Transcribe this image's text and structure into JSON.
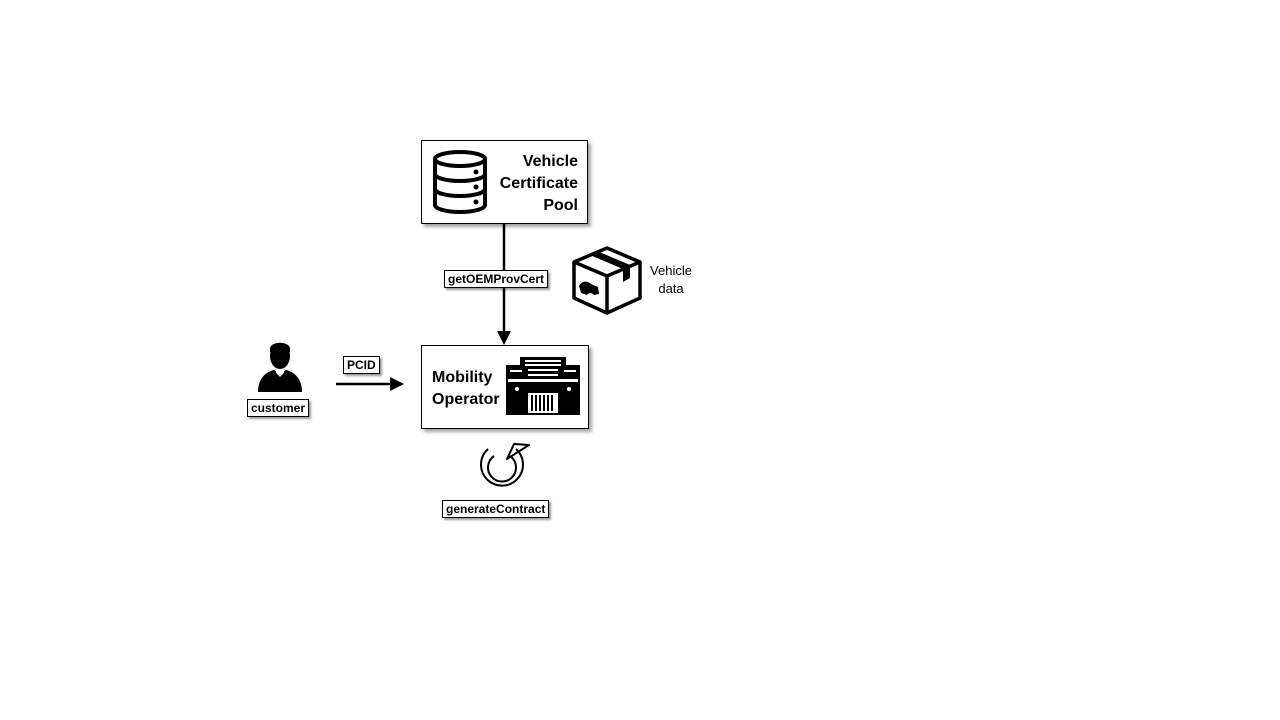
{
  "nodes": {
    "vehicle_certificate_pool": {
      "lines": [
        "Vehicle",
        "Certificate",
        "Pool"
      ],
      "icon": "database-icon"
    },
    "mobility_operator": {
      "lines": [
        "Mobility",
        "Operator"
      ],
      "icon": "server-icon"
    }
  },
  "actor": {
    "label": "customer",
    "icon": "person-icon"
  },
  "edges": {
    "pcid": {
      "label": "PCID"
    },
    "get_oem_prov_cert": {
      "label": "getOEMProvCert"
    }
  },
  "vehicle_data": {
    "lines": [
      "Vehicle",
      "data"
    ],
    "icon": "package-icon"
  },
  "process": {
    "label": "generateContract",
    "icon": "refresh-arrow-icon"
  },
  "colors": {
    "stroke": "#000000",
    "background": "#ffffff"
  }
}
